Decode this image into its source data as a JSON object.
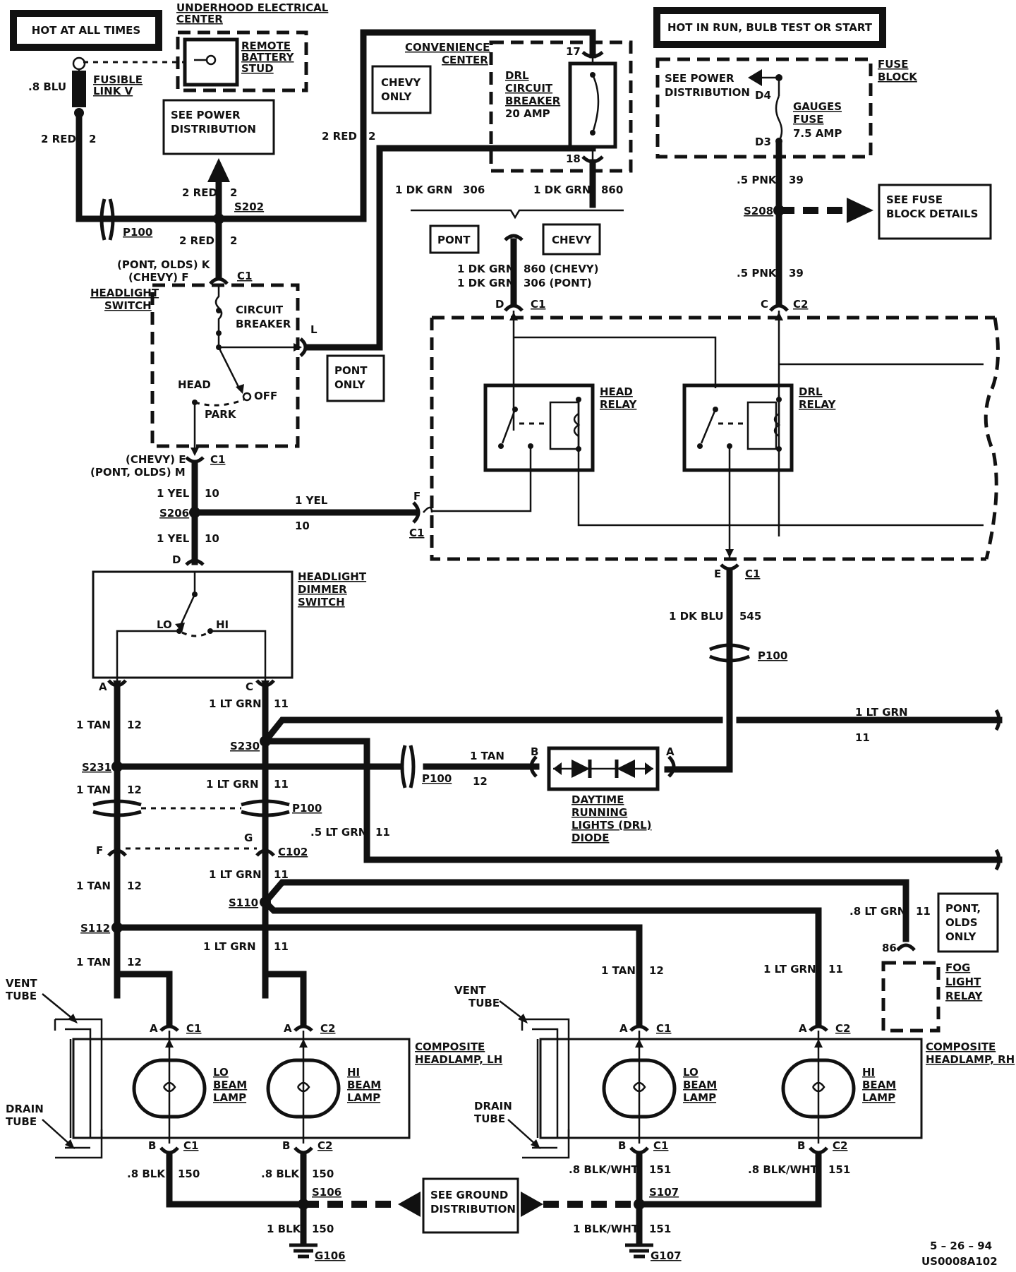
{
  "banners": {
    "hot_all_times": "HOT AT ALL TIMES",
    "hot_run": "HOT IN RUN, BULB TEST OR START"
  },
  "labels": {
    "underhood_l1": "UNDERHOOD ELECTRICAL",
    "underhood_l2": "CENTER",
    "remote_l1": "REMOTE",
    "remote_l2": "BATTERY",
    "remote_l3": "STUD",
    "fusible_l1": "FUSIBLE",
    "fusible_l2": "LINK V",
    "blu8": ".8 BLU",
    "seepower_l1": "SEE POWER",
    "seepower_l2": "DISTRIBUTION",
    "red2_a": "2 RED",
    "n2_a": "2",
    "red2_b": "2 RED",
    "n2_b": "2",
    "red2_c": "2 RED",
    "n2_c": "2",
    "red2_d": "2 RED",
    "n2_d": "2",
    "p100_a": "P100",
    "s202": "S202",
    "pont_olds_k": "(PONT, OLDS)  K",
    "chevy_f": "(CHEVY)  F",
    "c1_a": "C1",
    "headlight_sw_l1": "HEADLIGHT",
    "headlight_sw_l2": "SWITCH",
    "cb_l1": "CIRCUIT",
    "cb_l2": "BREAKER",
    "l_pin": "L",
    "head": "HEAD",
    "off": "OFF",
    "park": "PARK",
    "pont_only_l1": "PONT",
    "pont_only_l2": "ONLY",
    "chevy_e": "(CHEVY)  E",
    "pont_olds_m": "(PONT, OLDS)  M",
    "c1_b": "C1",
    "yel1_a": "1 YEL",
    "n10_a": "10",
    "s206": "S206",
    "yel1_b": "1 YEL",
    "n10_b": "10",
    "yel1_c": "1 YEL",
    "n10_c": "10",
    "f_pin": "F",
    "c1_f": "C1",
    "d_pin_a": "D",
    "dimmer_l1": "HEADLIGHT",
    "dimmer_l2": "DIMMER",
    "dimmer_l3": "SWITCH",
    "lo": "LO",
    "hi": "HI",
    "a_pin_a": "A",
    "c_pin_a": "C",
    "chevy_only_l1": "CHEVY",
    "chevy_only_l2": "ONLY",
    "conv_l1": "CONVENIENCE",
    "conv_l2": "CENTER",
    "drl_cb_l1": "DRL",
    "drl_cb_l2": "CIRCUIT",
    "drl_cb_l3": "BREAKER",
    "drl_cb_l4": "20 AMP",
    "p17": "17",
    "p18": "18",
    "dkgrn_306": "1 DK GRN",
    "n306": "306",
    "dkgrn_860": "1 DK GRN",
    "n860": "860",
    "pont_box": "PONT",
    "chevy_box": "CHEVY",
    "dkgrn_c1": "1 DK GRN",
    "n860_chevy": "860 (CHEVY)",
    "dkgrn_c2": "1 DK GRN",
    "n306_pont": "306 (PONT)",
    "d_pin_b": "D",
    "c1_c": "C1",
    "c_pin_b": "C",
    "c2_a": "C2",
    "fuse_block_l1": "FUSE",
    "fuse_block_l2": "BLOCK",
    "seepower2_l1": "SEE POWER",
    "seepower2_l2": "DISTRIBUTION",
    "d4": "D4",
    "d3": "D3",
    "gauges_l1": "GAUGES",
    "gauges_l2": "FUSE",
    "gauges_l3": "7.5 AMP",
    "pnk_a": ".5 PNK",
    "n39_a": "39",
    "s208": "S208",
    "see_fuse_l1": "SEE FUSE",
    "see_fuse_l2": "BLOCK  DETAILS",
    "pnk_b": ".5 PNK",
    "n39_b": "39",
    "head_relay_l1": "HEAD",
    "head_relay_l2": "RELAY",
    "drl_relay_l1": "DRL",
    "drl_relay_l2": "RELAY",
    "e_pin": "E",
    "c1_d": "C1",
    "dkblu": "1  DK  BLU",
    "n545": "545",
    "p100_b": "P100",
    "ltgrn_11_r": "1 LT GRN",
    "n11_r": "11",
    "tan_12_a": "1 TAN",
    "n12_a": "12",
    "ltgrn_11_a": "1 LT GRN",
    "n11_a": "11",
    "s230": "S230",
    "s231": "S231",
    "tan_12_b": "1 TAN",
    "n12_b": "12",
    "ltgrn_11_b": "1 LT GRN",
    "n11_b": "11",
    "p100_c": "P100",
    "p100_d": "P100",
    "tan_diode": "1 TAN",
    "n12_diode": "12",
    "b_pin_diode": "B",
    "a_pin_diode": "A",
    "drl_diode_l1": "DAYTIME",
    "drl_diode_l2": "RUNNING",
    "drl_diode_l3": "LIGHTS (DRL)",
    "drl_diode_l4": "DIODE",
    "ltgrn5": ".5 LT GRN",
    "n11_c": "11",
    "f_pin_b": "F",
    "g_pin": "G",
    "c102": "C102",
    "tan_12_c": "1 TAN",
    "n12_c": "12",
    "ltgrn_11_c": "1 LT GRN",
    "n11_d": "11",
    "s110": "S110",
    "s112": "S112",
    "ltgrn8": ".8 LT GRN",
    "n11_e": "11",
    "pont_olds_only_l1": "PONT,",
    "pont_olds_only_l2": "OLDS",
    "pont_olds_only_l3": "ONLY",
    "p86": "86",
    "fog_l1": "FOG",
    "fog_l2": "LIGHT",
    "fog_l3": "RELAY",
    "tan_12_d": "1 TAN",
    "n12_d": "12",
    "ltgrn_11_d": "1 LT GRN",
    "n11_f": "11",
    "tan_12_e": "1 TAN",
    "n12_e": "12",
    "ltgrn_11_e": "1 LT GRN",
    "n11_g": "11",
    "vent_l1": "VENT",
    "vent_l2": "TUBE",
    "vent2_l1": "VENT",
    "vent2_l2": "TUBE",
    "drain_l1": "DRAIN",
    "drain_l2": "TUBE",
    "drain2_l1": "DRAIN",
    "drain2_l2": "TUBE",
    "a_lh1": "A",
    "c1_lh1": "C1",
    "a_lh2": "A",
    "c2_lh2": "C2",
    "a_rh1": "A",
    "c1_rh1": "C1",
    "a_rh2": "A",
    "c2_rh2": "C2",
    "comp_lh_l1": "COMPOSITE",
    "comp_lh_l2": "HEADLAMP, LH",
    "comp_rh_l1": "COMPOSITE",
    "comp_rh_l2": "HEADLAMP, RH",
    "lo_beam_l1": "LO",
    "lo_beam_l2": "BEAM",
    "lo_beam_l3": "LAMP",
    "hi_beam_l1": "HI",
    "hi_beam_l2": "BEAM",
    "hi_beam_l3": "LAMP",
    "lo_beam2_l1": "LO",
    "lo_beam2_l2": "BEAM",
    "lo_beam2_l3": "LAMP",
    "hi_beam2_l1": "HI",
    "hi_beam2_l2": "BEAM",
    "hi_beam2_l3": "LAMP",
    "b_lh1": "B",
    "c1_lh1b": "C1",
    "b_lh2": "B",
    "c2_lh2b": "C2",
    "b_rh1": "B",
    "c1_rh1b": "C1",
    "b_rh2": "B",
    "c2_rh2b": "C2",
    "blk8_a": ".8 BLK",
    "n150_a": "150",
    "blk8_b": ".8 BLK",
    "n150_b": "150",
    "blkwht_a": ".8 BLK/WHT",
    "n151_a": "151",
    "blkwht_b": ".8 BLK/WHT",
    "n151_b": "151",
    "s106": "S106",
    "s107": "S107",
    "see_ground_l1": "SEE GROUND",
    "see_ground_l2": "DISTRIBUTION",
    "blk1": "1 BLK",
    "n150_c": "150",
    "blkwht1": "1 BLK/WHT",
    "n151_c": "151",
    "g106": "G106",
    "g107": "G107",
    "date": "5 – 26 – 94",
    "code": "US0008A102"
  }
}
